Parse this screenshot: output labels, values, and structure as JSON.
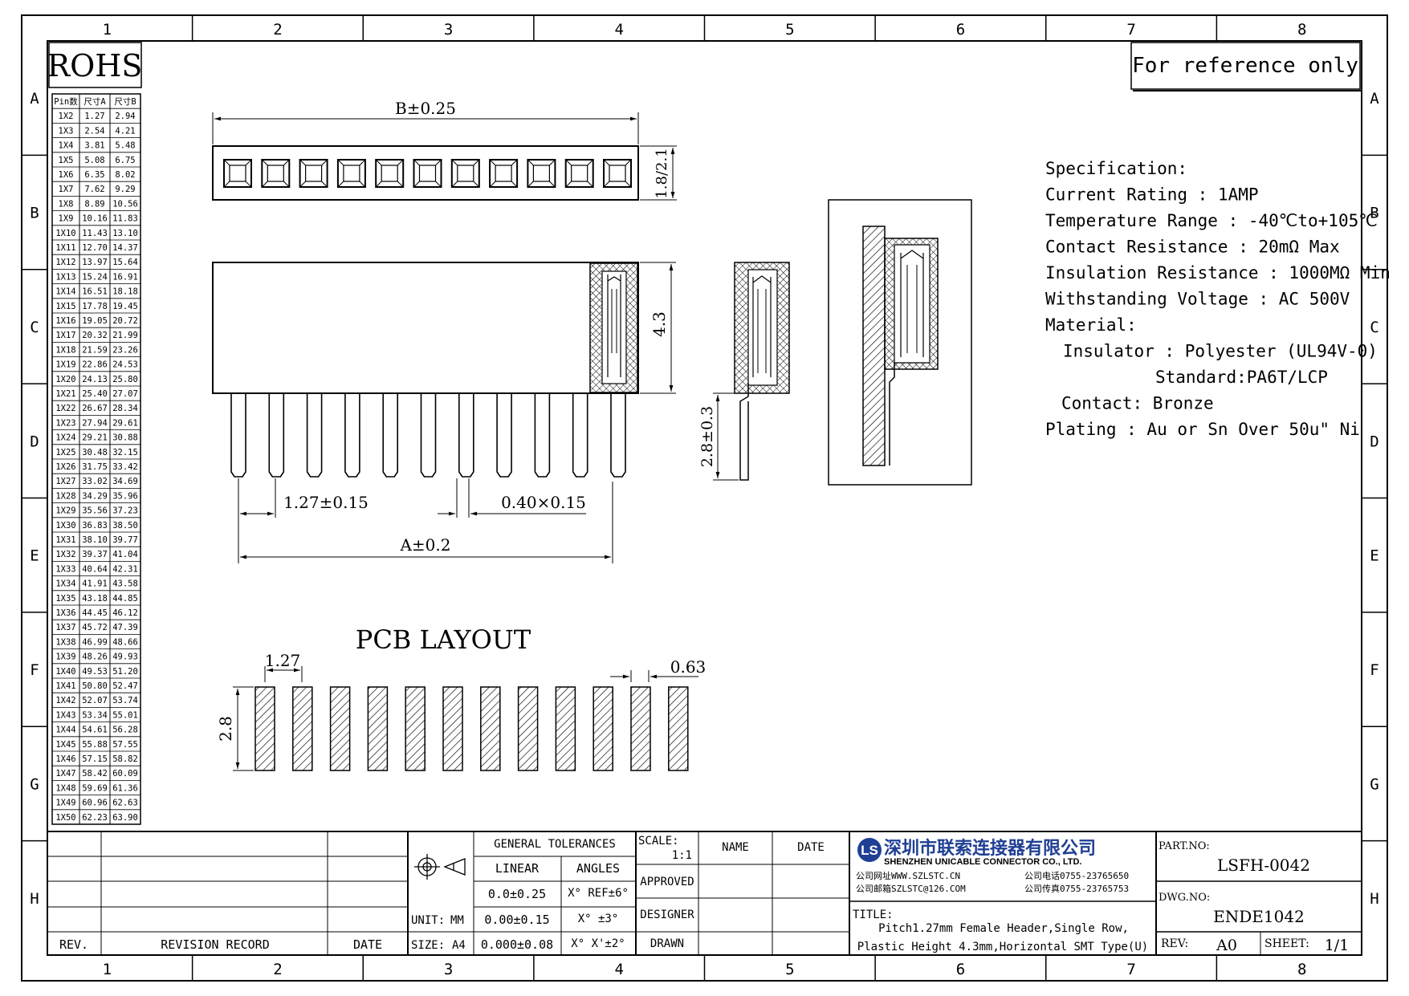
{
  "colors": {
    "line": "#000000",
    "logo_blue": "#1f3f94",
    "paper": "#ffffff"
  },
  "border": {
    "columns": [
      "1",
      "2",
      "3",
      "4",
      "5",
      "6",
      "7",
      "8"
    ],
    "rows": [
      "A",
      "B",
      "C",
      "D",
      "E",
      "F",
      "G",
      "H"
    ]
  },
  "rohs": {
    "label": "ROHS"
  },
  "reference_note": "For reference only",
  "pin_table": {
    "headers": [
      "Pin数",
      "尺寸A",
      "尺寸B"
    ],
    "rows": [
      [
        "1X2",
        "1.27",
        "2.94"
      ],
      [
        "1X3",
        "2.54",
        "4.21"
      ],
      [
        "1X4",
        "3.81",
        "5.48"
      ],
      [
        "1X5",
        "5.08",
        "6.75"
      ],
      [
        "1X6",
        "6.35",
        "8.02"
      ],
      [
        "1X7",
        "7.62",
        "9.29"
      ],
      [
        "1X8",
        "8.89",
        "10.56"
      ],
      [
        "1X9",
        "10.16",
        "11.83"
      ],
      [
        "1X10",
        "11.43",
        "13.10"
      ],
      [
        "1X11",
        "12.70",
        "14.37"
      ],
      [
        "1X12",
        "13.97",
        "15.64"
      ],
      [
        "1X13",
        "15.24",
        "16.91"
      ],
      [
        "1X14",
        "16.51",
        "18.18"
      ],
      [
        "1X15",
        "17.78",
        "19.45"
      ],
      [
        "1X16",
        "19.05",
        "20.72"
      ],
      [
        "1X17",
        "20.32",
        "21.99"
      ],
      [
        "1X18",
        "21.59",
        "23.26"
      ],
      [
        "1X19",
        "22.86",
        "24.53"
      ],
      [
        "1X20",
        "24.13",
        "25.80"
      ],
      [
        "1X21",
        "25.40",
        "27.07"
      ],
      [
        "1X22",
        "26.67",
        "28.34"
      ],
      [
        "1X23",
        "27.94",
        "29.61"
      ],
      [
        "1X24",
        "29.21",
        "30.88"
      ],
      [
        "1X25",
        "30.48",
        "32.15"
      ],
      [
        "1X26",
        "31.75",
        "33.42"
      ],
      [
        "1X27",
        "33.02",
        "34.69"
      ],
      [
        "1X28",
        "34.29",
        "35.96"
      ],
      [
        "1X29",
        "35.56",
        "37.23"
      ],
      [
        "1X30",
        "36.83",
        "38.50"
      ],
      [
        "1X31",
        "38.10",
        "39.77"
      ],
      [
        "1X32",
        "39.37",
        "41.04"
      ],
      [
        "1X33",
        "40.64",
        "42.31"
      ],
      [
        "1X34",
        "41.91",
        "43.58"
      ],
      [
        "1X35",
        "43.18",
        "44.85"
      ],
      [
        "1X36",
        "44.45",
        "46.12"
      ],
      [
        "1X37",
        "45.72",
        "47.39"
      ],
      [
        "1X38",
        "46.99",
        "48.66"
      ],
      [
        "1X39",
        "48.26",
        "49.93"
      ],
      [
        "1X40",
        "49.53",
        "51.20"
      ],
      [
        "1X41",
        "50.80",
        "52.47"
      ],
      [
        "1X42",
        "52.07",
        "53.74"
      ],
      [
        "1X43",
        "53.34",
        "55.01"
      ],
      [
        "1X44",
        "54.61",
        "56.28"
      ],
      [
        "1X45",
        "55.88",
        "57.55"
      ],
      [
        "1X46",
        "57.15",
        "58.82"
      ],
      [
        "1X47",
        "58.42",
        "60.09"
      ],
      [
        "1X48",
        "59.69",
        "61.36"
      ],
      [
        "1X49",
        "60.96",
        "62.63"
      ],
      [
        "1X50",
        "62.23",
        "63.90"
      ]
    ]
  },
  "dimensions": {
    "b": "B±0.25",
    "a": "A±0.2",
    "pitch": "1.27±0.15",
    "pin": "0.40×0.15",
    "height": "4.3",
    "top_height": "1.8/2.1",
    "side_leg": "2.8±0.3"
  },
  "pcb": {
    "title": "PCB LAYOUT",
    "pitch": "1.27",
    "pad_width": "0.63",
    "pad_height": "2.8"
  },
  "spec": {
    "lines": [
      "Specification:",
      "Current Rating : 1AMP",
      "Temperature Range : -40℃to+105℃",
      "Contact Resistance : 20mΩ Max",
      "Insulation Resistance : 1000MΩ Min",
      "Withstanding Voltage : AC 500V",
      "Material:",
      "Insulator : Polyester (UL94V-0)",
      "Standard:PA6T/LCP",
      "Contact: Bronze",
      "Plating : Au or Sn Over 50u\" Ni"
    ]
  },
  "title_block": {
    "rev_label": "REV.",
    "revision_record": "REVISION RECORD",
    "date_label": "DATE",
    "unit_label": "UNIT:",
    "unit": "MM",
    "size_label": "SIZE:",
    "size": "A4",
    "general_tolerances": "GENERAL TOLERANCES",
    "linear": "LINEAR",
    "angles": "ANGLES",
    "tol_linear": [
      "0.0±0.25",
      "0.00±0.15",
      "0.000±0.08"
    ],
    "tol_angles": [
      "X° REF±6°",
      "X° ±3°",
      "X° X'±2°"
    ],
    "scale_label": "SCALE:",
    "scale": "1:1",
    "name_label": "NAME",
    "date_col": "DATE",
    "approved": "APPROVED",
    "designer": "DESIGNER",
    "drawn": "DRAWN",
    "company_cn": "深圳市联索连接器有限公司",
    "company_en": "SHENZHEN UNICABLE CONNECTOR CO., LTD.",
    "web": "公司网址WWW.SZLSTC.CN",
    "mail": "公司邮箱SZLSTC@126.COM",
    "tel": "公司电话0755-23765650",
    "fax": "公司传真0755-23765753",
    "title_label": "TITLE:",
    "title_line1": "Pitch1.27mm Female Header,Single Row,",
    "title_line2": "Plastic Height 4.3mm,Horizontal SMT Type(U)",
    "part_no_label": "PART.NO:",
    "part_no": "LSFH-0042",
    "dwg_no_label": "DWG.NO:",
    "dwg_no": "ENDE1042",
    "rev_no_label": "REV:",
    "rev_no": "A0",
    "sheet_label": "SHEET:",
    "sheet": "1/1"
  }
}
